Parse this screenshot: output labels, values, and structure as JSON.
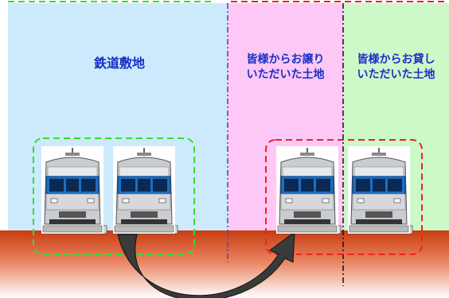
{
  "zones": {
    "rail": {
      "label": "鉄道敷地",
      "color": "#cdeafc"
    },
    "transferred": {
      "label_lines": [
        "皆様からお譲り",
        "いただいた土地"
      ],
      "color": "#fdc8f5"
    },
    "lent": {
      "label_lines": [
        "皆様からお貸し",
        "いただいた土地"
      ],
      "color": "#cdf8c8"
    }
  },
  "colors": {
    "label_text": "#1a2ec8",
    "ground_top": "#c83c10",
    "ground_bottom": "#ffffff",
    "current_group_border": "#33dd33",
    "new_group_border": "#ee2222",
    "train_body": "#1a6fc4",
    "arrow_fill": "#3a3a3a"
  },
  "trains": {
    "current_count": 2,
    "moved_count": 2
  }
}
